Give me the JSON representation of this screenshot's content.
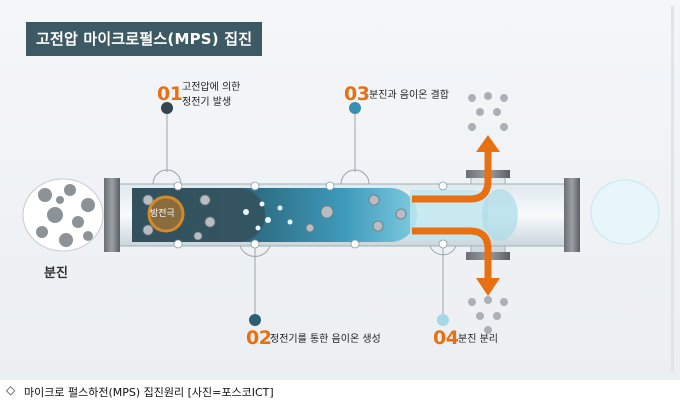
{
  "title": "고전압 마이크로펄스(MPS) 집진",
  "steps": [
    {
      "num": "01",
      "line1": "고전압에 의한",
      "line2": "정전기 발생"
    },
    {
      "num": "02",
      "line1": "정전기를 통한 음이온 생성"
    },
    {
      "num": "03",
      "line1": "분진과 음이온 결합"
    },
    {
      "num": "04",
      "line1": "분진 분리"
    }
  ],
  "electrode_label": "방전극",
  "dust_label": "분진",
  "caption_icon": "diamond-outline-icon",
  "caption": "마이크로 펄스하전(MPS) 집진원리 [사진=포스코ICT]",
  "colors": {
    "accent": "#e86f12",
    "title_bg": "#3d5963",
    "pipe_dark": "#2f4a55",
    "pipe_mid": "#3a7e98",
    "pipe_light": "#a8dbe8"
  }
}
